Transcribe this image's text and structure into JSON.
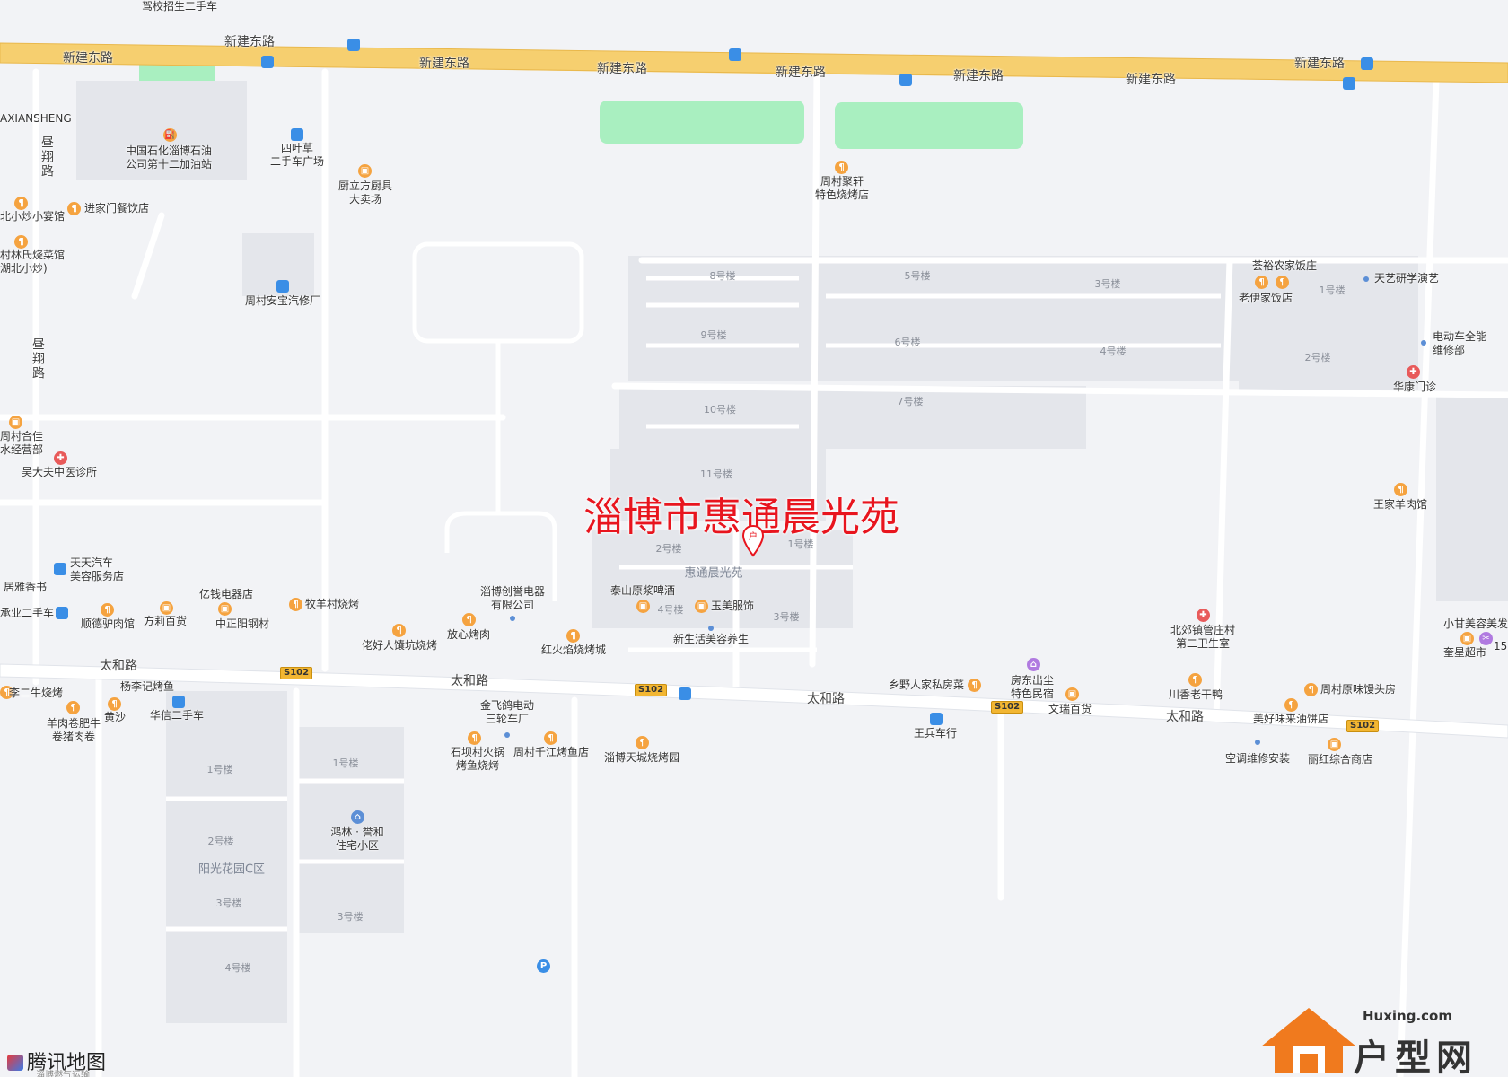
{
  "title": "淄博市惠通晨光苑",
  "roads": [
    {
      "id": "xinjian-1",
      "text": "新建东路"
    },
    {
      "id": "xinjian-2",
      "text": "新建东路"
    },
    {
      "id": "xinjian-3",
      "text": "新建东路"
    },
    {
      "id": "xinjian-4",
      "text": "新建东路"
    },
    {
      "id": "xinjian-5",
      "text": "新建东路"
    },
    {
      "id": "xinjian-6",
      "text": "新建东路"
    },
    {
      "id": "xinjian-7",
      "text": "新建东路"
    },
    {
      "id": "xinjian-8",
      "text": "新建东路"
    },
    {
      "id": "taihe-1",
      "text": "太和路"
    },
    {
      "id": "taihe-2",
      "text": "太和路"
    },
    {
      "id": "taihe-3",
      "text": "太和路"
    },
    {
      "id": "taihe-4",
      "text": "太和路"
    },
    {
      "id": "yuxiang-1",
      "text": "昼翔路"
    },
    {
      "id": "yuxiang-2",
      "text": "昼翔路"
    }
  ],
  "shields": [
    "S102",
    "S102",
    "S102",
    "S102"
  ],
  "areas": [
    {
      "text": "惠通晨光苑"
    },
    {
      "text": "阳光花园C区"
    }
  ],
  "buildings": [
    "8号楼",
    "5号楼",
    "3号楼",
    "9号楼",
    "6号楼",
    "4号楼",
    "10号楼",
    "7号楼",
    "11号楼",
    "2号楼",
    "1号楼",
    "4号楼",
    "3号楼",
    "1号楼",
    "2号楼",
    "1号楼",
    "3号楼",
    "4号楼",
    "1号楼",
    "3号楼",
    "2号楼"
  ],
  "pois": [
    {
      "text": "驾校招生二手车",
      "icon": "none"
    },
    {
      "text": "AXIANSHENG",
      "icon": "none"
    },
    {
      "text": "中国石化淄博石油\n公司第十二加油站",
      "icon": "gas-icon"
    },
    {
      "text": "四叶草\n二手车广场",
      "icon": "bus-icon"
    },
    {
      "text": "厨立方厨具\n大卖场",
      "icon": "shop-icon"
    },
    {
      "text": "周村聚轩\n特色烧烤店",
      "icon": "food-icon"
    },
    {
      "text": "进家门餐饮店",
      "icon": "food-icon"
    },
    {
      "text": "北小炒小宴馆",
      "icon": "food-icon"
    },
    {
      "text": "村林氏烧菜馆\n湖北小炒)",
      "icon": "food-icon"
    },
    {
      "text": "周村安宝汽修厂",
      "icon": "bus-icon"
    },
    {
      "text": "周村合佳\n水经营部",
      "icon": "shop-icon"
    },
    {
      "text": "吴大夫中医诊所",
      "icon": "med-icon"
    },
    {
      "text": "天天汽车\n美容服务店",
      "icon": "bus-icon"
    },
    {
      "text": "居雅香书",
      "icon": "none"
    },
    {
      "text": "承业二手车",
      "icon": "bus-icon"
    },
    {
      "text": "顺德驴肉馆",
      "icon": "food-icon"
    },
    {
      "text": "方莉百货",
      "icon": "shop-icon"
    },
    {
      "text": "亿钱电器店",
      "icon": "none"
    },
    {
      "text": "中正阳钢材",
      "icon": "shop-icon"
    },
    {
      "text": "牧羊村烧烤",
      "icon": "food-icon"
    },
    {
      "text": "佬好人馕坑烧烤",
      "icon": "food-icon"
    },
    {
      "text": "放心烤肉",
      "icon": "food-icon"
    },
    {
      "text": "淄博创誉电器\n有限公司",
      "icon": "dot-icon"
    },
    {
      "text": "红火焰烧烤城",
      "icon": "food-icon"
    },
    {
      "text": "泰山原浆啤酒",
      "icon": "shop-icon"
    },
    {
      "text": "玉美服饰",
      "icon": "shop-icon"
    },
    {
      "text": "新生活美容养生",
      "icon": "dot-icon"
    },
    {
      "text": "荟裕农家饭庄",
      "icon": "food-icon"
    },
    {
      "text": "老伊家饭店",
      "icon": "food-icon"
    },
    {
      "text": "天艺研学演艺",
      "icon": "dot-icon"
    },
    {
      "text": "电动车全能\n维修部",
      "icon": "dot-icon"
    },
    {
      "text": "华康门诊",
      "icon": "med-icon"
    },
    {
      "text": "王家羊肉馆",
      "icon": "food-icon"
    },
    {
      "text": "北郊镇管庄村\n第二卫生室",
      "icon": "med-icon"
    },
    {
      "text": "小甘美容美发",
      "icon": "none"
    },
    {
      "text": "奎星超市",
      "icon": "shop-icon"
    },
    {
      "text": "15",
      "icon": "none"
    },
    {
      "text": "乡野人家私房菜",
      "icon": "food-icon"
    },
    {
      "text": "房东出尘\n特色民宿",
      "icon": "purple-icon"
    },
    {
      "text": "文瑞百货",
      "icon": "shop-icon"
    },
    {
      "text": "川香老干鸭",
      "icon": "food-icon"
    },
    {
      "text": "周村原味馒头房",
      "icon": "food-icon"
    },
    {
      "text": "美好味来油饼店",
      "icon": "food-icon"
    },
    {
      "text": "王兵车行",
      "icon": "bus-icon"
    },
    {
      "text": "空调维修安装",
      "icon": "dot-icon"
    },
    {
      "text": "丽红综合商店",
      "icon": "shop-icon"
    },
    {
      "text": "李二牛烧烤",
      "icon": "food-icon"
    },
    {
      "text": "杨李记烤鱼",
      "icon": "none"
    },
    {
      "text": "羊肉卷肥牛\n卷猪肉卷",
      "icon": "food-icon"
    },
    {
      "text": "黄沙",
      "icon": "none"
    },
    {
      "text": "华信二手车",
      "icon": "bus-icon"
    },
    {
      "text": "金飞鸽电动\n三轮车厂",
      "icon": "dot-icon"
    },
    {
      "text": "石坝村火锅\n烤鱼烧烤",
      "icon": "food-icon"
    },
    {
      "text": "周村千江烤鱼店",
      "icon": "food-icon"
    },
    {
      "text": "淄博天城烧烤园",
      "icon": "food-icon"
    },
    {
      "text": "鸿林 · 誉和\n住宅小区",
      "icon": "blue-icon"
    }
  ],
  "icon_glyphs": {
    "food": "¶",
    "shop": "▣",
    "bus": "▭",
    "med": "✚",
    "gas": "⛽",
    "park": "P",
    "blue": "⌂",
    "purple": "⌂"
  },
  "branding": {
    "tencent": "腾讯地图",
    "site": "Huxing.com",
    "name": "户型网",
    "truncated": "淄博燃气运输"
  },
  "colors": {
    "title": "#e8151e",
    "highway": "#f6cf6f",
    "green": "#a9efc0",
    "building": "#e3e5ea"
  }
}
